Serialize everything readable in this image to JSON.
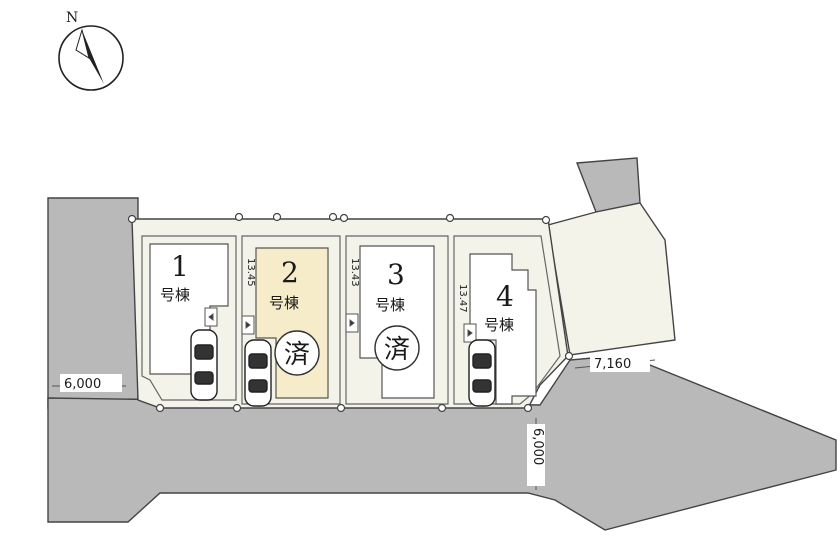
{
  "compass": {
    "label": "N",
    "icon": "north-arrow-icon"
  },
  "roads": {
    "west_width": "6,000",
    "east_width": "7,160",
    "south_width": "6,000"
  },
  "lots": [
    {
      "number": "1",
      "unit": "号棟",
      "frontage": "",
      "sold": false
    },
    {
      "number": "2",
      "unit": "号棟",
      "frontage": "13.45",
      "sold": true,
      "sold_label": "済"
    },
    {
      "number": "3",
      "unit": "号棟",
      "frontage": "13.43",
      "sold": true,
      "sold_label": "済"
    },
    {
      "number": "4",
      "unit": "号棟",
      "frontage": "13.47",
      "sold": false
    }
  ],
  "colors": {
    "road": "#b9b9b9",
    "land": "#f4f3ea",
    "highlight_lot": "#f7ecc9",
    "line": "#555555"
  }
}
